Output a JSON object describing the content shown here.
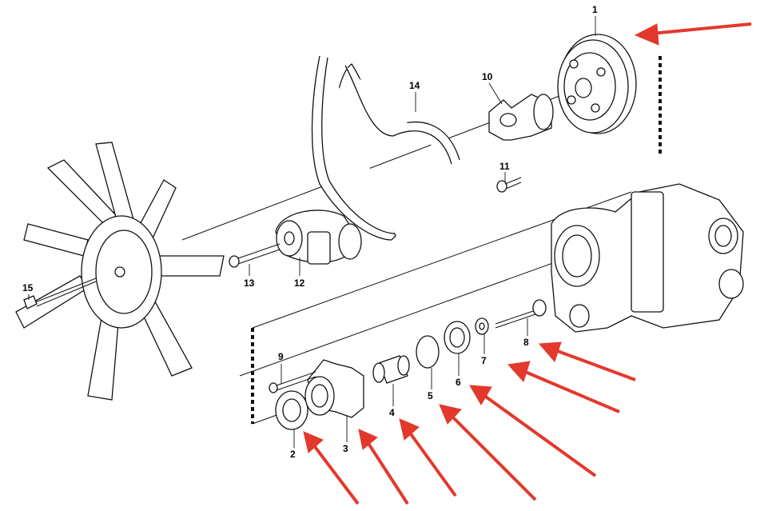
{
  "diagram": {
    "labels": [
      {
        "id": "1",
        "text": "1"
      },
      {
        "id": "2",
        "text": "2"
      },
      {
        "id": "3",
        "text": "3"
      },
      {
        "id": "4",
        "text": "4"
      },
      {
        "id": "5",
        "text": "5"
      },
      {
        "id": "6",
        "text": "6"
      },
      {
        "id": "7",
        "text": "7"
      },
      {
        "id": "8",
        "text": "8"
      },
      {
        "id": "9",
        "text": "9"
      },
      {
        "id": "10",
        "text": "10"
      },
      {
        "id": "11",
        "text": "11"
      },
      {
        "id": "12",
        "text": "12"
      },
      {
        "id": "13",
        "text": "13"
      },
      {
        "id": "14",
        "text": "14"
      },
      {
        "id": "15",
        "text": "15"
      }
    ],
    "highlighted_parts": [
      "1",
      "2",
      "3",
      "4",
      "5",
      "6",
      "7",
      "8"
    ],
    "colors": {
      "arrow": "#e2392c",
      "line": "#111111",
      "background": "#ffffff"
    }
  }
}
